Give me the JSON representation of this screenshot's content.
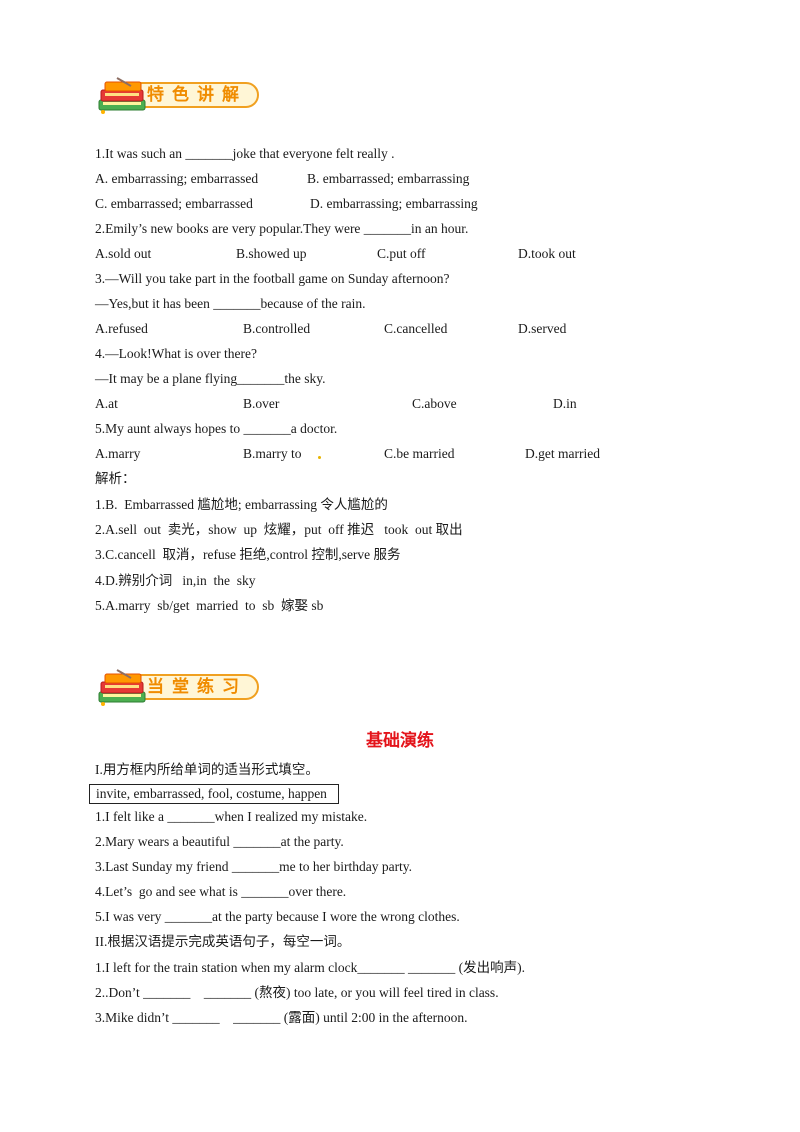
{
  "banner1": {
    "text": "特色讲解"
  },
  "banner2": {
    "text": "当堂练习"
  },
  "questions": [
    {
      "stem": "1.It was such an _______joke that everyone felt really .",
      "options": [
        "A. embarrassing; embarrassed",
        "B. embarrassed; embarrassing",
        "C. embarrassed; embarrassed",
        "D. embarrassing; embarrassing"
      ]
    },
    {
      "stem": "2.Emily’s new books are very popular.They were _______in an hour.",
      "options": [
        "A.sold out",
        "B.showed up",
        "C.put off",
        "D.took out"
      ]
    },
    {
      "stem": "3.—Will you take part in the football game on Sunday afternoon?",
      "stem2": "—Yes,but it has been _______because of the rain.",
      "options": [
        "A.refused",
        "B.controlled",
        "C.cancelled",
        "D.served"
      ]
    },
    {
      "stem": "4.—Look!What is over there?",
      "stem2": "—It may be a plane flying_______the sky.",
      "options": [
        "A.at",
        "B.over",
        "C.above",
        "D.in"
      ]
    },
    {
      "stem": "5.My aunt always hopes to _______a doctor.",
      "options": [
        "A.marry",
        "B.marry to",
        "C.be married",
        "D.get married"
      ]
    }
  ],
  "analysis": {
    "heading": "解析：",
    "items": [
      "1.B.  Embarrassed 尴尬地; embarrassing 令人尴尬的",
      "2.A.sell  out  卖光，show  up  炫耀，put  off 推迟   took  out 取出",
      "3.C.cancell  取消，refuse 拒绝,control 控制,serve 服务",
      "4.D.辨别介词   in,in  the  sky",
      "5.A.marry  sb/get  married  to  sb  嫁娶 sb"
    ]
  },
  "practice": {
    "section_title": "基础演练",
    "part1_heading": "I.用方框内所给单词的适当形式填空。",
    "word_box": "invite, embarrassed, fool, costume, happen",
    "part1_items": [
      "1.I felt like a _______when I realized my mistake.",
      "2.Mary wears a beautiful _______at the party.",
      "3.Last Sunday my friend _______me to her birthday party.",
      "4.Let’s  go and see what is _______over there.",
      "5.I was very _______at the party because I wore the wrong clothes."
    ],
    "part2_heading": "II.根据汉语提示完成英语句子，每空一词。",
    "part2_items": [
      "1.I left for the train station when my alarm clock_______ _______ (发出响声).",
      "2..Don’t _______    _______ (熬夜) too late, or you will feel tired in class.",
      "3.Mike didn’t _______    _______ (露面) until 2:00 in the afternoon."
    ]
  }
}
